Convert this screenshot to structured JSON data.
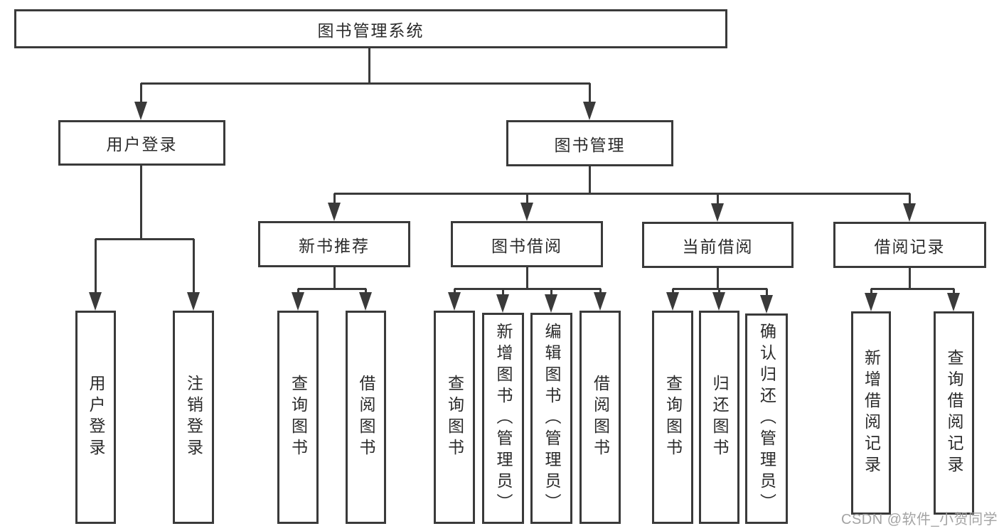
{
  "diagram": {
    "title": "图书管理系统",
    "type": "tree-structure-chart",
    "colors": {
      "line": "#3a3a3a",
      "box_border": "#3a3a3a",
      "text": "#2b2b2b",
      "background": "#ffffff",
      "watermark": "#9e9e9e"
    },
    "nodes": [
      {
        "id": "root",
        "label": "图书管理系统",
        "level": 0,
        "parent": null
      },
      {
        "id": "login",
        "label": "用户登录",
        "level": 1,
        "parent": "root"
      },
      {
        "id": "mgmt",
        "label": "图书管理",
        "level": 1,
        "parent": "root"
      },
      {
        "id": "newbook",
        "label": "新书推荐",
        "level": 2,
        "parent": "mgmt"
      },
      {
        "id": "borrow",
        "label": "图书借阅",
        "level": 2,
        "parent": "mgmt"
      },
      {
        "id": "current",
        "label": "当前借阅",
        "level": 2,
        "parent": "mgmt"
      },
      {
        "id": "records",
        "label": "借阅记录",
        "level": 2,
        "parent": "mgmt"
      },
      {
        "id": "leaf-user-login",
        "label": "用户登录",
        "level": 3,
        "parent": "login"
      },
      {
        "id": "leaf-logout",
        "label": "注销登录",
        "level": 3,
        "parent": "login"
      },
      {
        "id": "leaf-nb-query",
        "label": "查询图书",
        "level": 3,
        "parent": "newbook"
      },
      {
        "id": "leaf-nb-borrow",
        "label": "借阅图书",
        "level": 3,
        "parent": "newbook"
      },
      {
        "id": "leaf-b-query",
        "label": "查询图书",
        "level": 3,
        "parent": "borrow"
      },
      {
        "id": "leaf-b-add",
        "label": "新增图书（管理员）",
        "level": 3,
        "parent": "borrow"
      },
      {
        "id": "leaf-b-edit",
        "label": "编辑图书（管理员）",
        "level": 3,
        "parent": "borrow"
      },
      {
        "id": "leaf-b-borrow",
        "label": "借阅图书",
        "level": 3,
        "parent": "borrow"
      },
      {
        "id": "leaf-c-query",
        "label": "查询图书",
        "level": 3,
        "parent": "current"
      },
      {
        "id": "leaf-c-return",
        "label": "归还图书",
        "level": 3,
        "parent": "current"
      },
      {
        "id": "leaf-c-confirm",
        "label": "确认归还（管理员）",
        "level": 3,
        "parent": "current"
      },
      {
        "id": "leaf-r-add",
        "label": "新增借阅记录",
        "level": 3,
        "parent": "records"
      },
      {
        "id": "leaf-r-query",
        "label": "查询借阅记录",
        "level": 3,
        "parent": "records"
      }
    ]
  },
  "watermark": {
    "text": "CSDN @软件_小贺同学"
  }
}
